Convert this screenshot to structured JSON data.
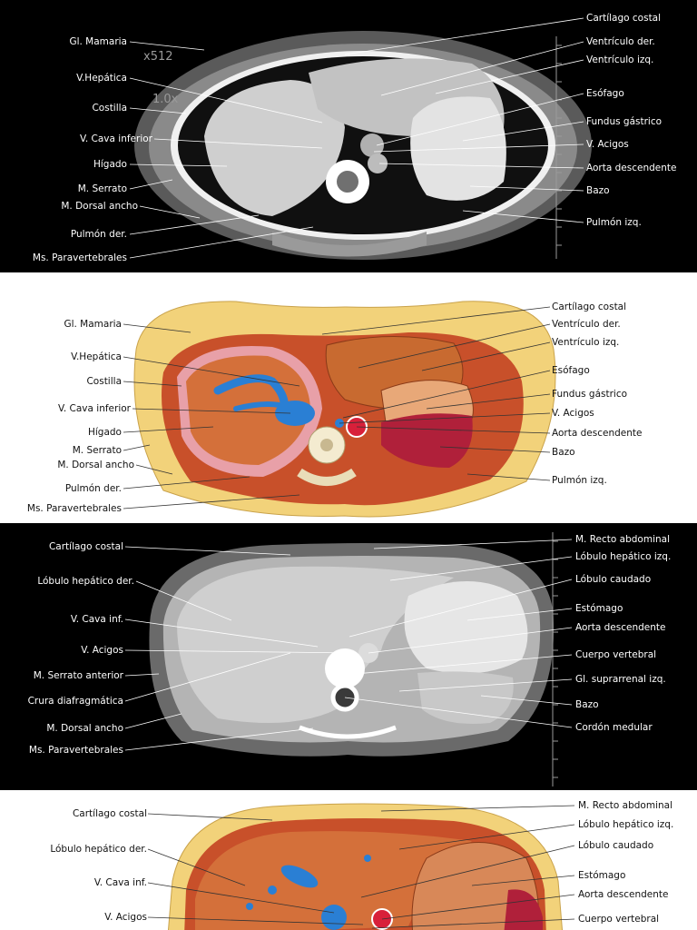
{
  "panel1": {
    "zoom_text": "x512",
    "scale_text": "1.0x",
    "left_labels": [
      "Gl. Mamaria",
      "V.Hepática",
      "Costilla",
      "V. Cava inferior",
      "Hígado",
      "M. Serrato",
      "M. Dorsal ancho",
      "Pulmón der.",
      "Ms. Paravertebrales"
    ],
    "right_labels": [
      "Cartílago costal",
      "Ventrículo der.",
      "Ventrículo izq.",
      "Esófago",
      "Fundus gástrico",
      "V. Acigos",
      "Aorta descendente",
      "Bazo",
      "Pulmón izq."
    ]
  },
  "panel2": {
    "left_labels": [
      "Gl. Mamaria",
      "V.Hepática",
      "Costilla",
      "V. Cava inferior",
      "Hígado",
      "M. Serrato",
      "M. Dorsal ancho",
      "Pulmón der.",
      "Ms. Paravertebrales"
    ],
    "right_labels": [
      "Cartílago costal",
      "Ventrículo der.",
      "Ventrículo izq.",
      "Esófago",
      "Fundus gástrico",
      "V. Acigos",
      "Aorta descendente",
      "Bazo",
      "Pulmón izq."
    ]
  },
  "panel3": {
    "left_labels": [
      "Cartílago costal",
      "Lóbulo hepático der.",
      "V. Cava inf.",
      "V. Acigos",
      "M. Serrato anterior",
      "Crura diafragmática",
      "M. Dorsal ancho",
      "Ms. Paravertebrales"
    ],
    "right_labels": [
      "M. Recto abdominal",
      "Lóbulo hepático izq.",
      "Lóbulo caudado",
      "Estómago",
      "Aorta descendente",
      "Cuerpo vertebral",
      "Gl. suprarrenal izq.",
      "Bazo",
      "Cordón medular"
    ]
  },
  "panel4": {
    "left_labels": [
      "Cartílago costal",
      "Lóbulo hepático der.",
      "V. Cava inf.",
      "V. Acigos"
    ],
    "right_labels": [
      "M. Recto abdominal",
      "Lóbulo hepático izq.",
      "Lóbulo caudado",
      "Estómago",
      "Aorta descendente",
      "Cuerpo vertebral"
    ]
  },
  "colors": {
    "ct_background": "#000000",
    "fat": "#f2d27a",
    "muscle": "#c8502a",
    "liver": "#d4703a",
    "vessel_blue": "#2a7fd4",
    "aorta_red": "#d8203a",
    "spleen": "#b0203a"
  }
}
